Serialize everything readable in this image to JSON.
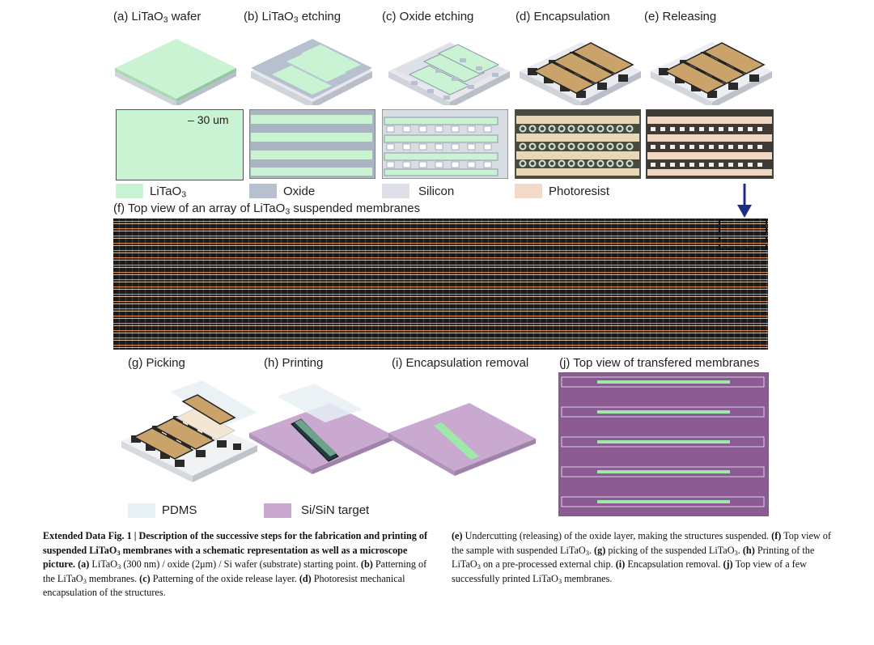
{
  "top_steps": [
    {
      "letter": "(a)",
      "text": "LiTaO",
      "sub": "3",
      "tail": " wafer"
    },
    {
      "letter": "(b)",
      "text": "LiTaO",
      "sub": "3",
      "tail": " etching"
    },
    {
      "letter": "(c)",
      "text": "Oxide etching",
      "sub": "",
      "tail": ""
    },
    {
      "letter": "(d)",
      "text": "Encapsulation",
      "sub": "",
      "tail": ""
    },
    {
      "letter": "(e)",
      "text": "Releasing",
      "sub": "",
      "tail": ""
    }
  ],
  "scale_bar": "30 um",
  "legend_top": [
    {
      "label": "LiTaO",
      "sub": "3",
      "color": "#c9f3d3"
    },
    {
      "label": "Oxide",
      "sub": "",
      "color": "#b7c0ce"
    },
    {
      "label": "Silicon",
      "sub": "",
      "color": "#dde1e7"
    },
    {
      "label": "Photoresist",
      "sub": "",
      "color": "#f3d9c7"
    }
  ],
  "panel_f": {
    "prefix": "(f) Top view of an array of LiTaO",
    "sub": "3",
    "suffix": " suspended membranes"
  },
  "bottom_steps": [
    {
      "text": "(g) Picking"
    },
    {
      "text": "(h) Printing"
    },
    {
      "text": "(i) Encapsulation removal"
    },
    {
      "text": "(j) Top view of transfered membranes"
    }
  ],
  "legend_bottom": [
    {
      "label": "PDMS",
      "color": "#e6f0f5"
    },
    {
      "label": "Si/SiN target",
      "color": "#c9a9cf"
    }
  ],
  "caption": {
    "bold_lead": "Extended Data Fig. 1 | Description of the successive steps for the fabrication and printing of suspended LiTaO",
    "bold_lead_sub": "3",
    "bold_lead_tail": " membranes with a schematic representation as well as a microscope picture.",
    "a": "(a)",
    "a_text_1": " LiTaO",
    "a_sub": "3",
    "a_text_2": " (300 nm) / oxide (2",
    "a_mu": "μ",
    "a_text_3": "m) / Si wafer (substrate) starting point.",
    "b": "(b)",
    "b_text_1": " Patterning of the LiTaO",
    "b_sub": "3",
    "b_text_2": " membranes.",
    "c": "(c)",
    "c_text": " Patterning of the oxide release layer.",
    "d": "(d)",
    "d_text": " Photoresist mechanical encapsulation of the structures.",
    "e": "(e)",
    "e_text": " Undercutting (releasing) of the oxide layer, making the structures suspended.",
    "f": "(f)",
    "f_text_1": " Top view of the sample with suspended LiTaO",
    "f_sub": "3",
    "f_text_2": ".",
    "g": "(g)",
    "g_text_1": " picking of the suspended LiTaO",
    "g_sub": "3",
    "g_text_2": ".",
    "h": "(h)",
    "h_text_1": " Printing of the LiTaO",
    "h_sub": "3",
    "h_text_2": " on a pre-processed external chip.",
    "i": "(i)",
    "i_text": " Encapsulation removal.",
    "j": "(j)",
    "j_text_1": " Top view of a few successfully printed LiTaO",
    "j_sub": "3",
    "j_text_2": " membranes."
  },
  "colors": {
    "litao3": "#c9f3d3",
    "oxide": "#b7c0ce",
    "silicon": "#dde1e7",
    "photoresist": "#c9a36a",
    "pdms": "#e6f0f5",
    "target": "#c9a9cf",
    "arrow": "#1b2f86"
  }
}
